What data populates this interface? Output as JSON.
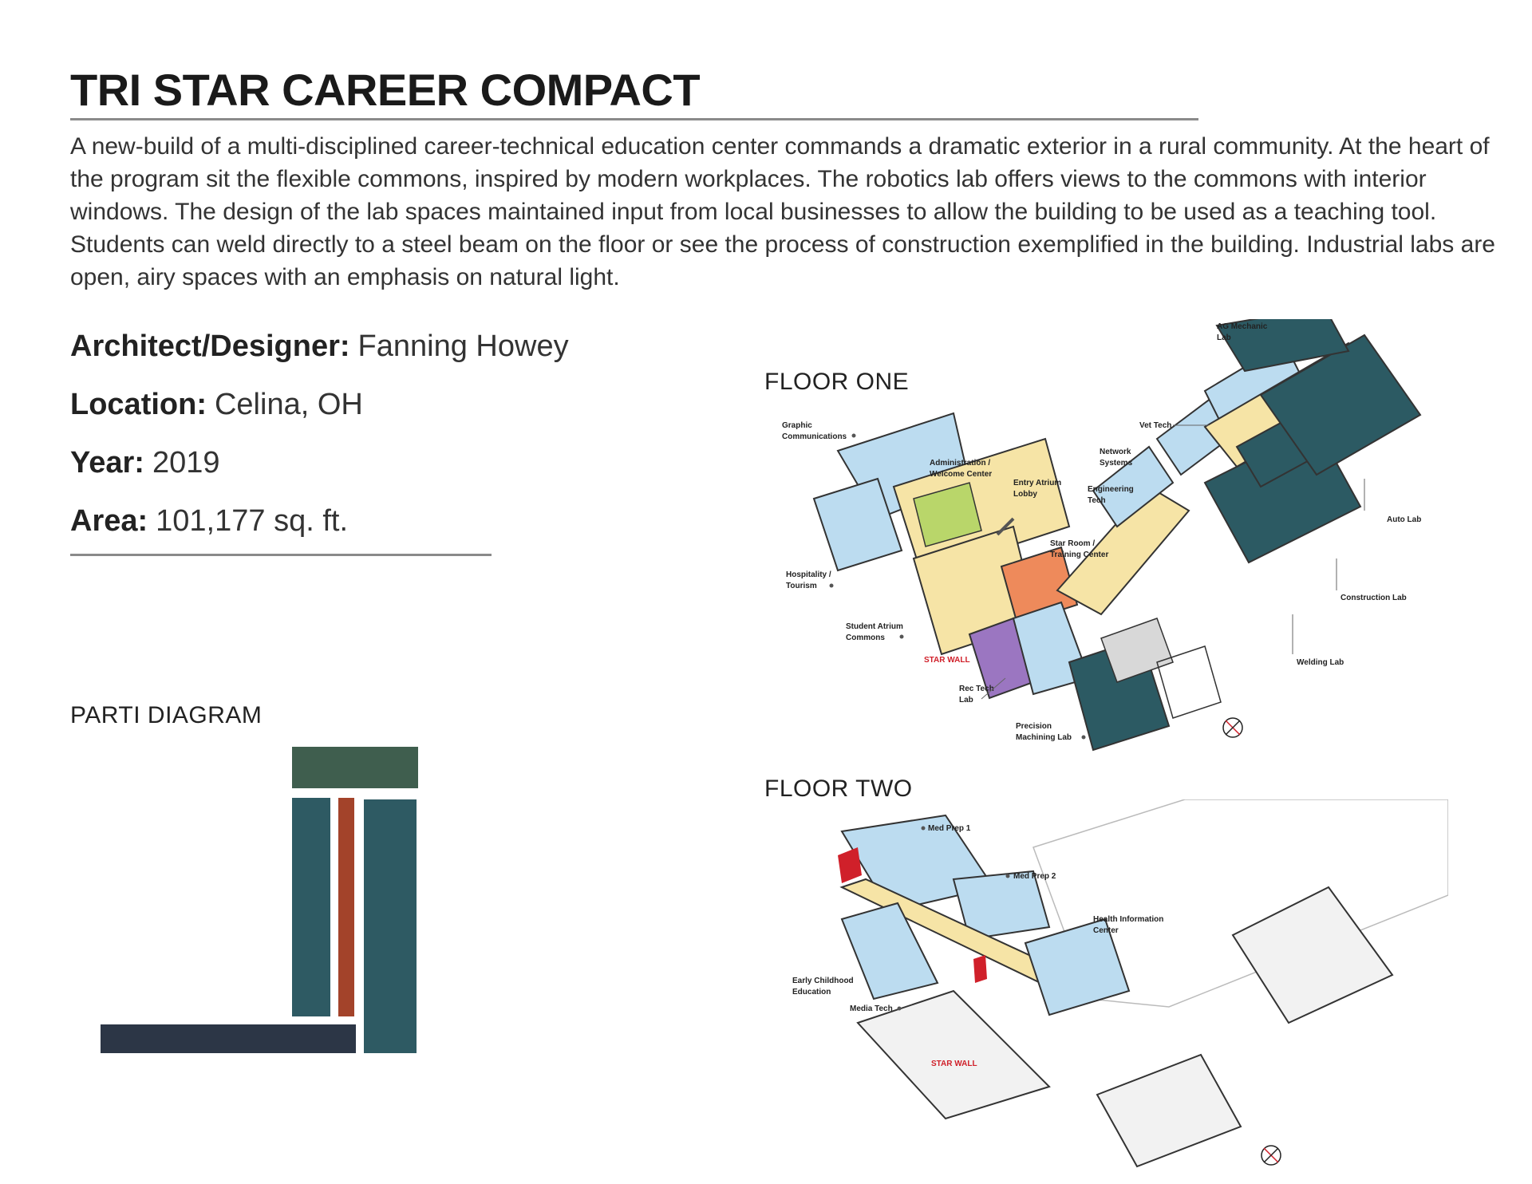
{
  "title": "TRI STAR CAREER COMPACT",
  "description": "A new-build of a multi-disciplined career-technical education center commands a dramatic exterior in a rural community. At the heart of the program sit the flexible commons, inspired by modern workplaces. The robotics lab offers views to the commons with interior windows. The design of the lab spaces maintained input from local businesses to allow the building to be used as a teaching tool. Students can weld directly to a steel beam on the floor or see the process of construction exemplified in the building. Industrial labs are open, airy spaces with an emphasis on natural light.",
  "facts": [
    {
      "label": "Architect/Designer:",
      "value": "Fanning Howey"
    },
    {
      "label": "Location:",
      "value": "Celina, OH"
    },
    {
      "label": "Year:",
      "value": "2019"
    },
    {
      "label": "Area:",
      "value": "101,177 sq. ft."
    }
  ],
  "parti": {
    "heading": "PARTI DIAGRAM",
    "colors": {
      "green": "#3f5e4e",
      "teal": "#2e5a63",
      "rust": "#a3432a",
      "navy": "#2c3646"
    }
  },
  "floor_one": {
    "heading": "FLOOR ONE",
    "labels": {
      "ag_mechanic_1": "AG Mechanic",
      "ag_mechanic_2": "Lab",
      "graphic_1": "Graphic",
      "graphic_2": "Communications",
      "vet_tech": "Vet Tech",
      "network_1": "Network",
      "network_2": "Systems",
      "admin_1": "Administration /",
      "admin_2": "Welcome Center",
      "entry_1": "Entry Atrium",
      "entry_2": "Lobby",
      "engineering_1": "Engineering",
      "engineering_2": "Tech",
      "auto_lab": "Auto Lab",
      "star_room_1": "Star Room /",
      "star_room_2": "Training Center",
      "hospitality_1": "Hospitality /",
      "hospitality_2": "Tourism",
      "construction_lab": "Construction Lab",
      "student_atrium_1": "Student Atrium",
      "student_atrium_2": "Commons",
      "star_wall": "STAR WALL",
      "welding_lab": "Welding Lab",
      "rec_tech_1": "Rec Tech",
      "rec_tech_2": "Lab",
      "precision_1": "Precision",
      "precision_2": "Machining Lab"
    }
  },
  "floor_two": {
    "heading": "FLOOR TWO",
    "labels": {
      "med_prep_1": "Med Prep 1",
      "med_prep_2": "Med Prep 2",
      "health_1": "Health Information",
      "health_2": "Center",
      "early_1": "Early Childhood",
      "early_2": "Education",
      "media_tech": "Media Tech",
      "star_wall": "STAR WALL"
    }
  },
  "colors": {
    "lab_teal": "#2c5a63",
    "classroom_blue": "#bcdcf0",
    "corridor_yellow": "#f6e4a6",
    "training_orange": "#ee8a5b",
    "rec_purple": "#9b76c1",
    "admin_green": "#b9d66a",
    "star_wall_red": "#d0202a"
  }
}
